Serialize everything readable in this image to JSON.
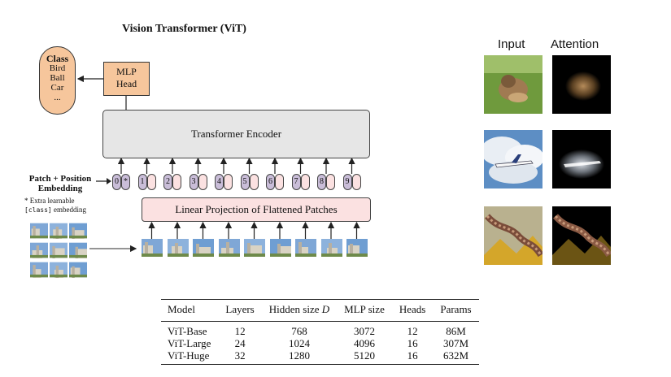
{
  "diagram": {
    "title": "Vision Transformer (ViT)",
    "class_box": {
      "heading": "Class",
      "items": [
        "Bird",
        "Ball",
        "Car",
        "..."
      ]
    },
    "mlp_head": [
      "MLP",
      "Head"
    ],
    "encoder_label": "Transformer Encoder",
    "projection_label": "Linear Projection of Flattened Patches",
    "embedding_label": [
      "Patch + Position",
      "Embedding"
    ],
    "note": {
      "prefix": "* Extra learnable",
      "code": "[class]",
      "suffix": " embedding"
    },
    "tokens": [
      "0",
      "1",
      "2",
      "3",
      "4",
      "5",
      "6",
      "7",
      "8",
      "9"
    ],
    "cls_token_marker": "*"
  },
  "attention_panel": {
    "headers": [
      "Input",
      "Attention"
    ],
    "rows": [
      "dog",
      "airplane",
      "snake"
    ]
  },
  "table": {
    "headers": [
      "Model",
      "Layers",
      "Hidden size D",
      "MLP size",
      "Heads",
      "Params"
    ],
    "rows": [
      [
        "ViT-Base",
        "12",
        "768",
        "3072",
        "12",
        "86M"
      ],
      [
        "ViT-Large",
        "24",
        "1024",
        "4096",
        "16",
        "307M"
      ],
      [
        "ViT-Huge",
        "32",
        "1280",
        "5120",
        "16",
        "632M"
      ]
    ]
  }
}
